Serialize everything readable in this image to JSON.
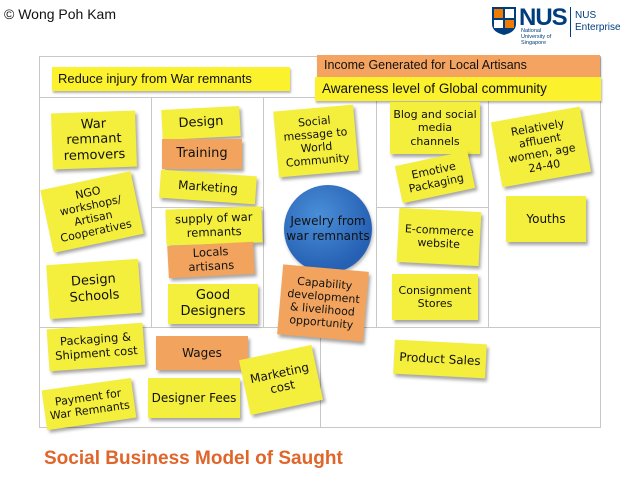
{
  "copyright": "© Wong Poh Kam",
  "logo": {
    "nus": "NUS",
    "nus_sub": "National University of Singapore",
    "ent_line1": "NUS",
    "ent_line2": "Enterprise"
  },
  "banners": {
    "problem": "Reduce injury from War remnants",
    "income": "Income Generated for Local Artisans",
    "awareness": "Awareness level of Global community"
  },
  "center": "Jewelry from war remnants",
  "notes": {
    "war_remnant_removers": "War remnant removers",
    "ngo": "NGO workshops/ Artisan Cooperatives",
    "design_schools": "Design Schools",
    "design": "Design",
    "training": "Training",
    "marketing": "Marketing",
    "supply": "supply of war remnants",
    "locals_artisans": "Locals artisans",
    "good_designers": "Good Designers",
    "social_message": "Social message to World Community",
    "capability": "Capability development & livelihood opportunity",
    "blog": "Blog and social media channels",
    "emotive": "Emotive Packaging",
    "ecommerce": "E-commerce website",
    "consignment": "Consignment Stores",
    "affluent": "Relatively affluent women, age 24-40",
    "youths": "Youths",
    "packaging": "Packaging & Shipment cost",
    "wages": "Wages",
    "marketing_cost": "Marketing cost",
    "payment": "Payment for War Remnants",
    "designer_fees": "Designer Fees",
    "product_sales": "Product Sales"
  },
  "title": "Social Business Model of Saught",
  "colors": {
    "yellow_note": "#f4ee3c",
    "orange_note": "#f2a45e",
    "income_banner": "#f4a460",
    "awareness_banner": "#fbf12d",
    "circle": "#2f6cc0",
    "title": "#e0652a"
  }
}
